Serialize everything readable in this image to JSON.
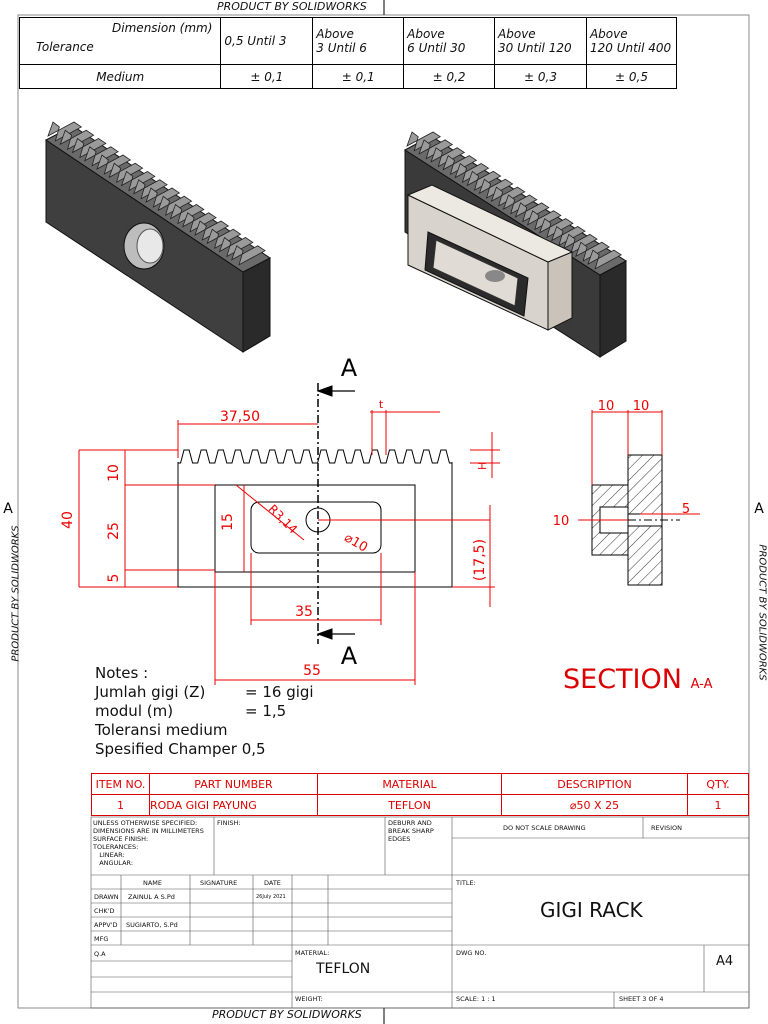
{
  "banner_top": "PRODUCT BY SOLIDWORKS",
  "banner_bottom": "PRODUCT BY SOLIDWORKS",
  "side_left": "PRODUCT BY SOLIDWORKS",
  "side_right": "PRODUCT BY SOLIDWORKS",
  "zone_left": "A",
  "zone_right": "A",
  "tolerance_table": {
    "header_dimension": "Dimension (mm)",
    "header_tolerance": "Tolerance",
    "ranges": [
      "0,5 Until 3",
      "Above\n3 Until 6",
      "Above\n6 Until 30",
      "Above\n30 Until 120",
      "Above\n120 Until 400"
    ],
    "row_label": "Medium",
    "values": [
      "± 0,1",
      "± 0,1",
      "± 0,2",
      "± 0,3",
      "± 0,5"
    ]
  },
  "drawing": {
    "section_marker_top": "A",
    "section_marker_bottom": "A",
    "dim_37_50": "37,50",
    "dim_t": "t",
    "dim_h": "H",
    "dim_40": "40",
    "dim_10": "10",
    "dim_25": "25",
    "dim_5": "5",
    "dim_15": "15",
    "dim_r3": "R3,14",
    "dim_phi10": "⌀10",
    "dim_17_5": "(17,5)",
    "dim_35": "35",
    "dim_55": "55",
    "section_dim_10a": "10",
    "section_dim_10b": "10",
    "section_dim_10c": "10",
    "section_dim_5": "5"
  },
  "notes": {
    "title": "Notes :",
    "lines": [
      {
        "label": "Jumlah gigi (Z)",
        "value": "= 16 gigi"
      },
      {
        "label": "modul (m)",
        "value": "= 1,5"
      },
      {
        "label": "Toleransi medium",
        "value": ""
      },
      {
        "label": "Spesified Champer 0,5",
        "value": ""
      }
    ]
  },
  "section_title": "SECTION",
  "section_suffix": "A-A",
  "bom": {
    "headers": [
      "ITEM NO.",
      "PART NUMBER",
      "MATERIAL",
      "DESCRIPTION",
      "QTY."
    ],
    "row": [
      "1",
      "RODA GIGI PAYUNG",
      "TEFLON",
      "⌀50 X 25",
      "1"
    ]
  },
  "title_block": {
    "general": "UNLESS OTHERWISE SPECIFIED:\nDIMENSIONS ARE IN MILLIMETERS\nSURFACE FINISH:\nTOLERANCES:\n   LINEAR:\n   ANGULAR:",
    "finish": "FINISH:",
    "deburr": "DEBURR AND\nBREAK SHARP\nEDGES",
    "do_not_scale": "DO NOT SCALE DRAWING",
    "revision": "REVISION",
    "col_name": "NAME",
    "col_signature": "SIGNATURE",
    "col_date": "DATE",
    "rows": [
      {
        "role": "DRAWN",
        "name": "ZAINUL A S.Pd",
        "date": "26July 2021"
      },
      {
        "role": "CHK'D",
        "name": "",
        "date": ""
      },
      {
        "role": "APPV'D",
        "name": "SUGIARTO, S.Pd",
        "date": ""
      },
      {
        "role": "MFG",
        "name": "",
        "date": ""
      },
      {
        "role": "Q.A",
        "name": "",
        "date": ""
      }
    ],
    "title_label": "TITLE:",
    "title": "GIGI RACK",
    "material_label": "MATERIAL:",
    "material": "TEFLON",
    "dwg_label": "DWG NO.",
    "size": "A4",
    "weight_label": "WEIGHT:",
    "scale": "SCALE: 1 : 1",
    "sheet": "SHEET 3 OF 4"
  }
}
